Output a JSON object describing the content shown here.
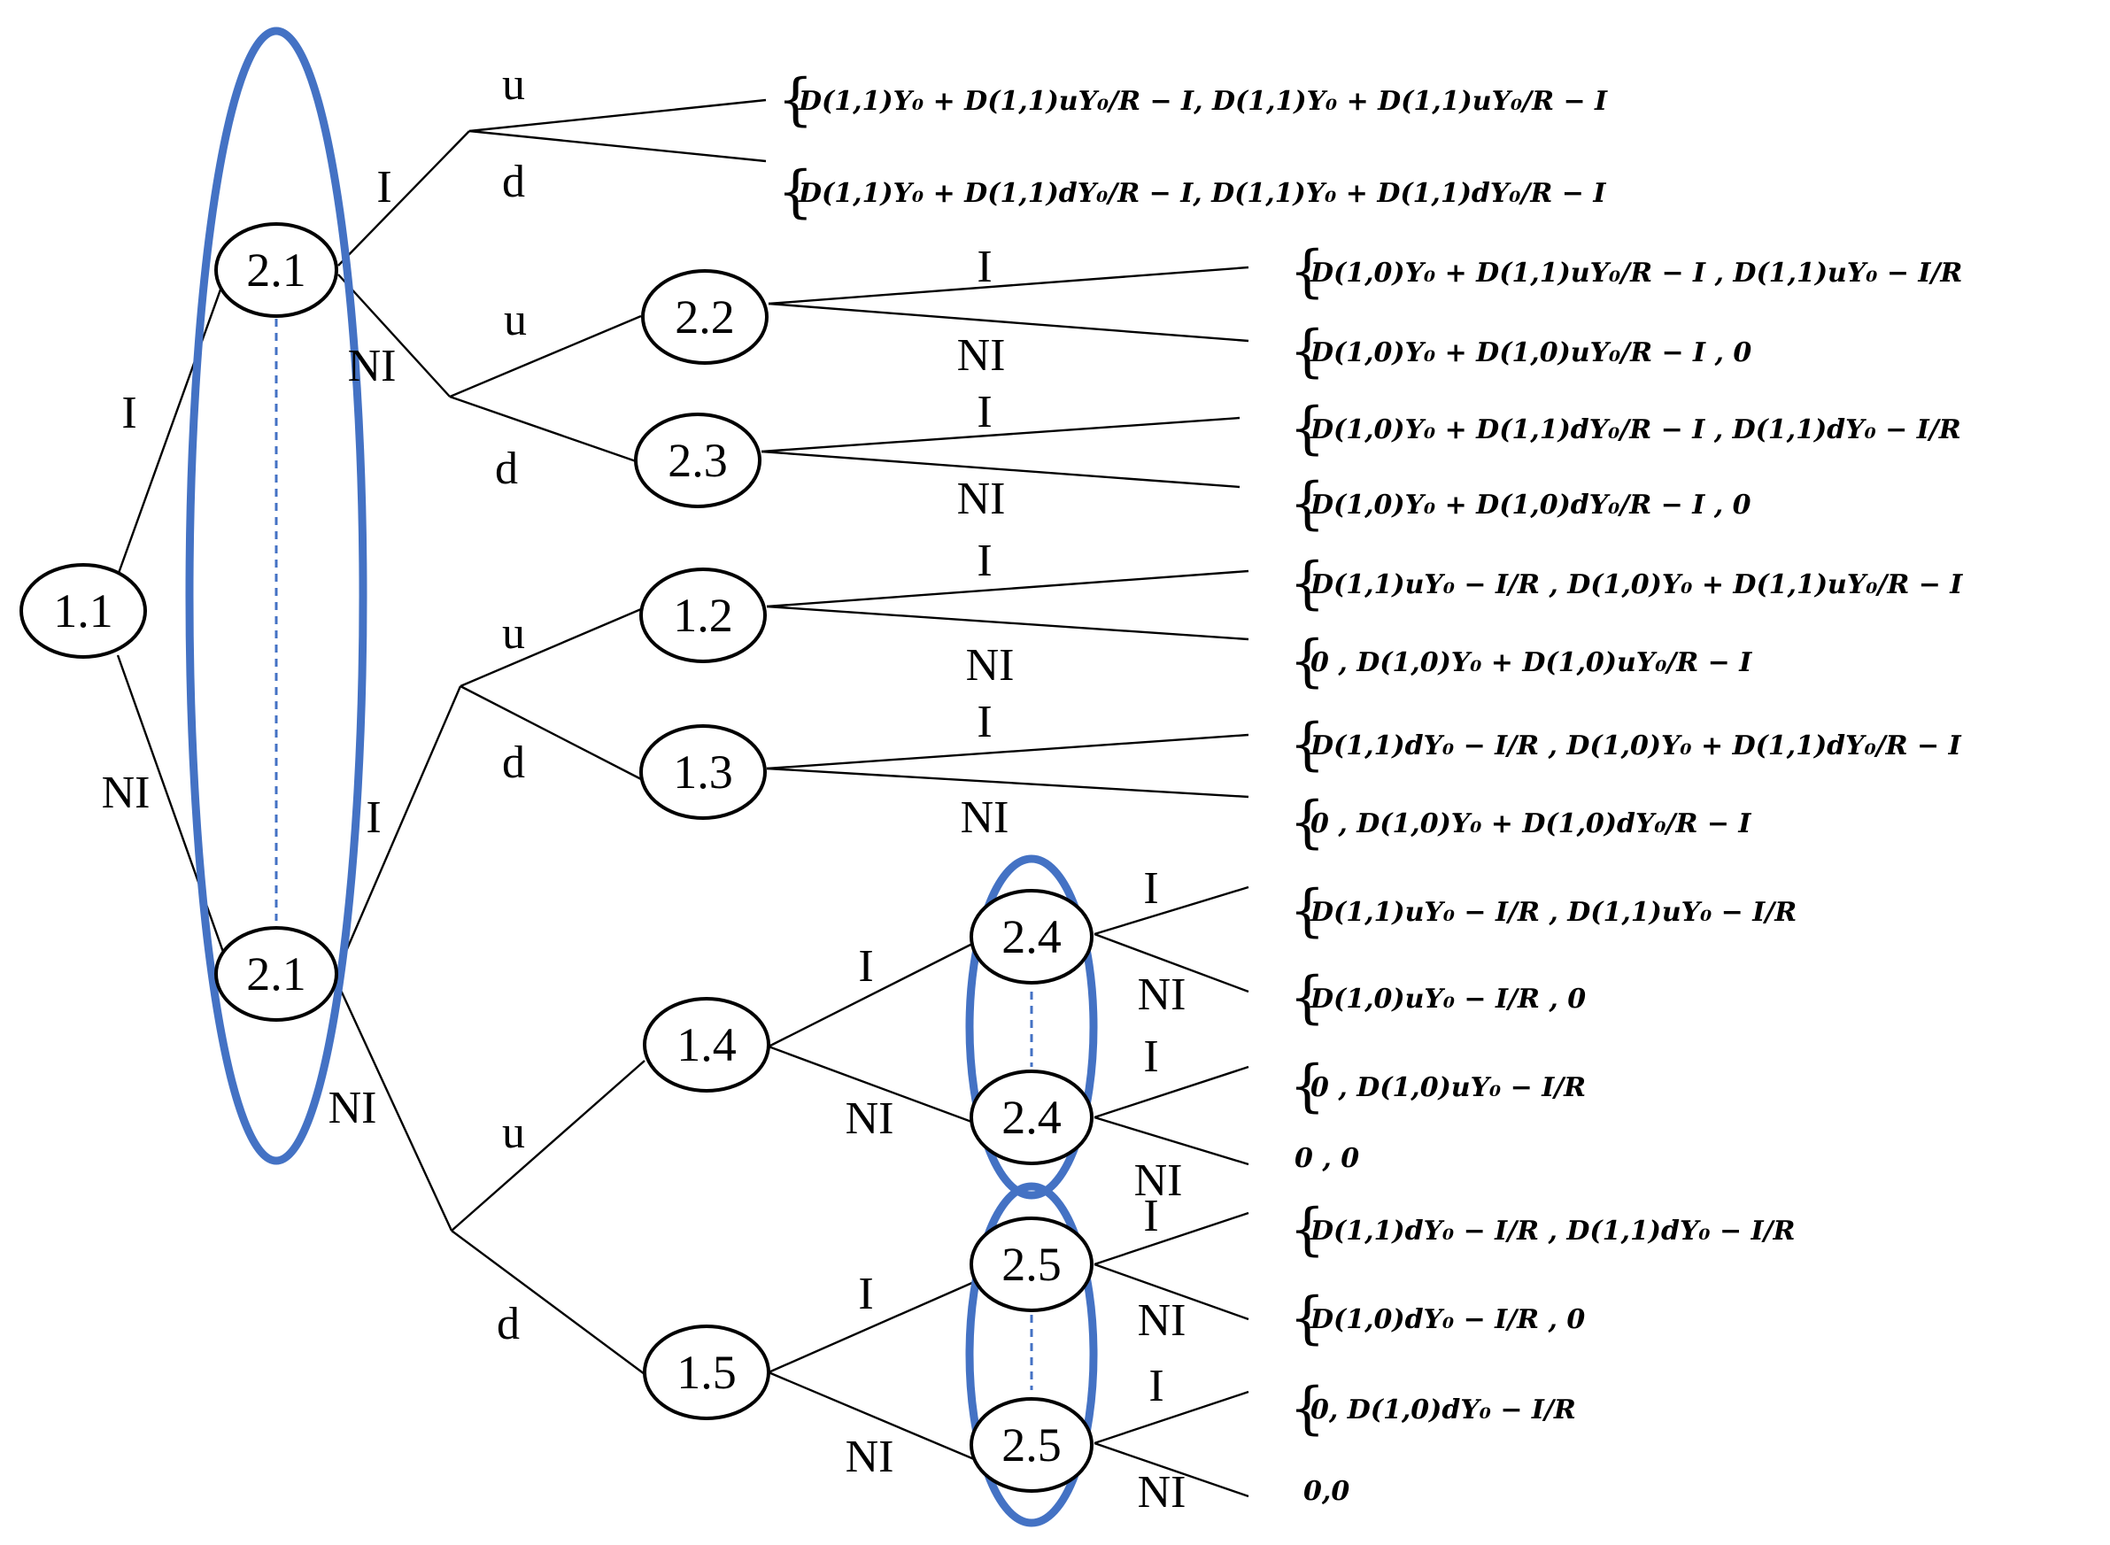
{
  "nodes": {
    "n11": "1.1",
    "n21a": "2.1",
    "n21b": "2.1",
    "n22": "2.2",
    "n23": "2.3",
    "n12": "1.2",
    "n13": "1.3",
    "n14": "1.4",
    "n15": "1.5",
    "n24a": "2.4",
    "n24b": "2.4",
    "n25a": "2.5",
    "n25b": "2.5"
  },
  "labels": {
    "root_i": "I",
    "root_ni": "NI",
    "a_i": "I",
    "a_ni": "NI",
    "a_i_u": "u",
    "a_i_d": "d",
    "a_ni_u": "u",
    "a_ni_d": "d",
    "n22_i": "I",
    "n22_ni": "NI",
    "n23_i": "I",
    "n23_ni": "NI",
    "b_i": "I",
    "b_ni": "NI",
    "b_i_u": "u",
    "b_i_d": "d",
    "n12_i": "I",
    "n12_ni": "NI",
    "n13_i": "I",
    "n13_ni": "NI",
    "b_ni_u": "u",
    "b_ni_d": "d",
    "n14_i": "I",
    "n14_ni": "NI",
    "n24a_i": "I",
    "n24a_ni": "NI",
    "n24b_i": "I",
    "n24b_ni": "NI",
    "n15_i": "I",
    "n15_ni": "NI",
    "n25a_i": "I",
    "n25a_ni": "NI",
    "n25b_i": "I",
    "n25b_ni": "NI"
  },
  "payoffs": [
    "D(1,1)Y₀ + D(1,1)uY₀/R − I, D(1,1)Y₀ + D(1,1)uY₀/R − I",
    "D(1,1)Y₀ + D(1,1)dY₀/R − I, D(1,1)Y₀ + D(1,1)dY₀/R − I",
    "D(1,0)Y₀ + D(1,1)uY₀/R − I , D(1,1)uY₀ − I/R",
    "D(1,0)Y₀ + D(1,0)uY₀/R − I , 0",
    "D(1,0)Y₀ + D(1,1)dY₀/R − I , D(1,1)dY₀ − I/R",
    "D(1,0)Y₀ + D(1,0)dY₀/R − I , 0",
    "D(1,1)uY₀ − I/R , D(1,0)Y₀ + D(1,1)uY₀/R − I",
    "0 , D(1,0)Y₀ + D(1,0)uY₀/R − I",
    "D(1,1)dY₀ − I/R , D(1,0)Y₀ + D(1,1)dY₀/R − I",
    "0 , D(1,0)Y₀ + D(1,0)dY₀/R − I",
    "D(1,1)uY₀ − I/R , D(1,1)uY₀ − I/R",
    "D(1,0)uY₀ − I/R , 0",
    "0 , D(1,0)uY₀ − I/R",
    "0 , 0",
    "D(1,1)dY₀ − I/R , D(1,1)dY₀ − I/R",
    "D(1,0)dY₀ − I/R , 0",
    "0, D(1,0)dY₀ − I/R",
    "0,0"
  ],
  "colors": {
    "info_set": "#4472c4",
    "edge": "#000000"
  }
}
